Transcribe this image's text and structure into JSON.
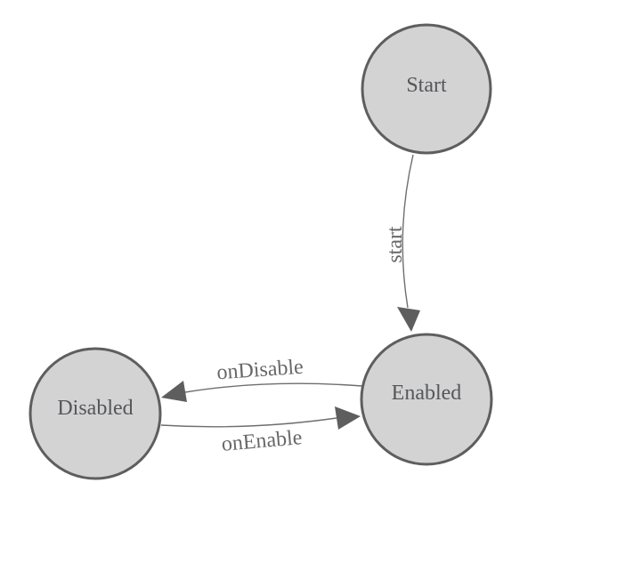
{
  "diagram": {
    "type": "state-machine",
    "background_color": "#ffffff",
    "colors": {
      "node_fill": "#d3d3d3",
      "node_stroke": "#5e5e5e",
      "edge_stroke": "#6e6e6e",
      "arrowhead_fill": "#5e5e5e",
      "node_label_color": "#55565a",
      "edge_label_color": "#67686a"
    },
    "nodes": [
      {
        "id": "start",
        "label": "Start"
      },
      {
        "id": "enabled",
        "label": "Enabled"
      },
      {
        "id": "disabled",
        "label": "Disabled"
      }
    ],
    "edges": [
      {
        "from": "start",
        "to": "enabled",
        "label": "start"
      },
      {
        "from": "enabled",
        "to": "disabled",
        "label": "onDisable"
      },
      {
        "from": "disabled",
        "to": "enabled",
        "label": "onEnable"
      }
    ]
  }
}
